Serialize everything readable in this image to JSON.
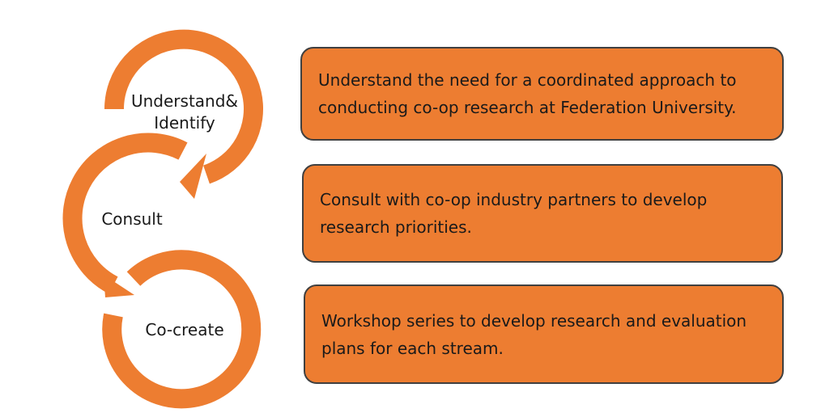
{
  "colors": {
    "arrow": "#ed7d31",
    "box_fill": "#ed7d31",
    "box_border": "#404040",
    "text": "#1a1a1a"
  },
  "stages": [
    {
      "label": "Understand&\nIdentify"
    },
    {
      "label": "Consult"
    },
    {
      "label": "Co-create"
    }
  ],
  "descriptions": [
    {
      "text": "Understand the need for a coordinated approach to conducting co-op research at Federation University."
    },
    {
      "text": "Consult with co-op industry partners to develop research priorities."
    },
    {
      "text": "Workshop series to develop research and evaluation plans for each stream."
    }
  ]
}
